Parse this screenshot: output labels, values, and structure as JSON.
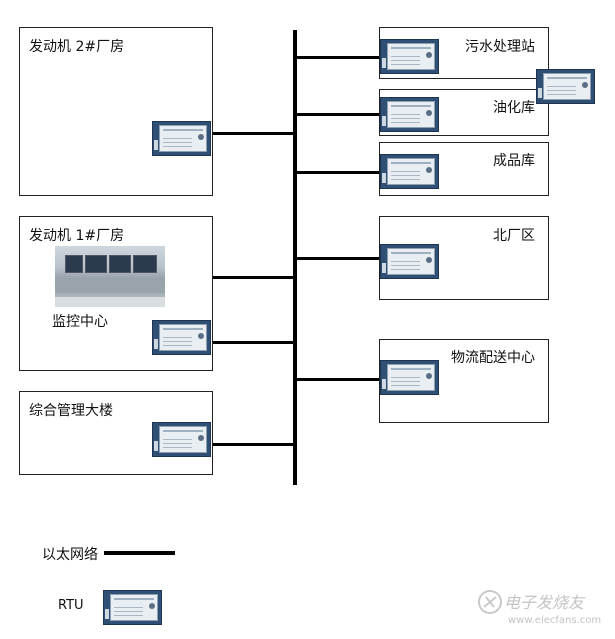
{
  "left_boxes": {
    "plant2": "发动机 2#厂房",
    "plant1": "发动机 1#厂房",
    "monitor": "监控中心",
    "admin": "综合管理大楼"
  },
  "right_boxes": {
    "sewage": "污水处理站",
    "oil": "油化库",
    "product": "成品库",
    "north": "北厂区",
    "logistics": "物流配送中心"
  },
  "legend": {
    "ethernet": "以太网络",
    "rtu": "RTU"
  },
  "watermark": {
    "text": "电子发烧友",
    "url": "www.elecfans.com"
  }
}
